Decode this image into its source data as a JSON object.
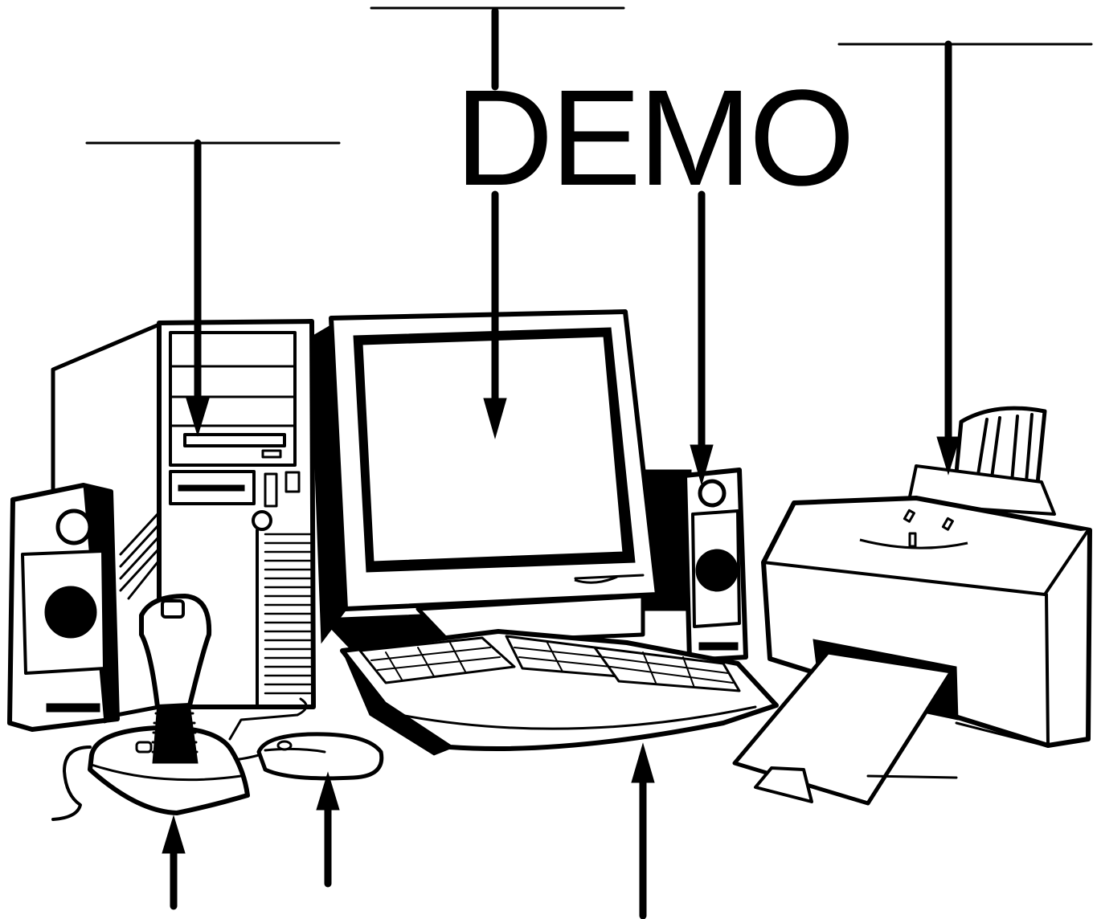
{
  "watermark": "DEMO",
  "colors": {
    "ink": "#000000",
    "paper": "#ffffff"
  },
  "answer_blanks": [
    {
      "id": "blank-cd-drive",
      "text": ""
    },
    {
      "id": "blank-monitor",
      "text": ""
    },
    {
      "id": "blank-printer",
      "text": ""
    }
  ],
  "parts": [
    "tower-computer",
    "cd-drive",
    "floppy-drive",
    "monitor",
    "left-speaker",
    "right-speaker",
    "printer",
    "keyboard",
    "mouse",
    "joystick"
  ],
  "icons": {
    "arrow": "arrow-icon"
  }
}
